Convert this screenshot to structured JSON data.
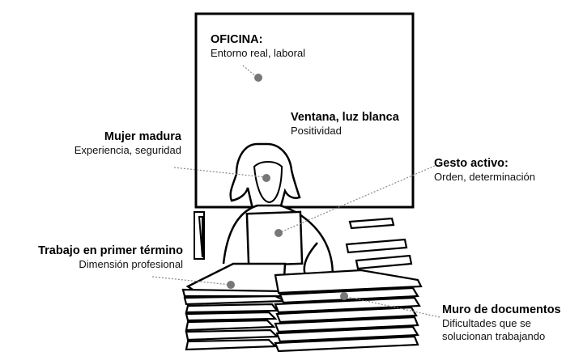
{
  "annotations": [
    {
      "id": "oficina",
      "title": "OFICINA:",
      "subtitle": "Entorno real, laboral"
    },
    {
      "id": "ventana",
      "title": "Ventana, luz blanca",
      "subtitle": "Positividad"
    },
    {
      "id": "mujer",
      "title": "Mujer madura",
      "subtitle": "Experiencia, seguridad"
    },
    {
      "id": "gesto",
      "title": "Gesto activo:",
      "subtitle": "Orden, determinación"
    },
    {
      "id": "trabajo",
      "title": "Trabajo en primer término",
      "subtitle": "Dimensión profesional"
    },
    {
      "id": "muro",
      "title": "Muro de documentos",
      "subtitle": "Dificultades que se solucionan trabajando"
    }
  ],
  "colors": {
    "line": "#000000",
    "marker": "#777777",
    "leader": "#888888"
  }
}
